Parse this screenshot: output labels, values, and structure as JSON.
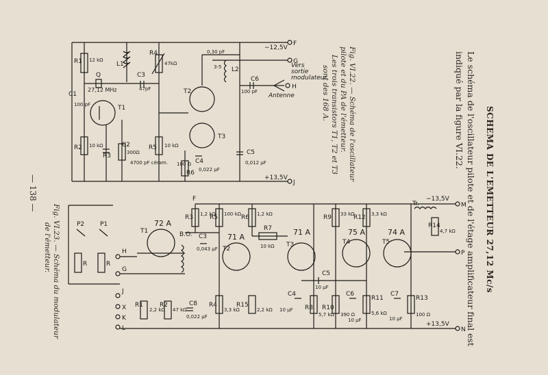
{
  "page": {
    "heading": "SCHEMA DE L'EMETTEUR 27,12 Mc/s",
    "intro_line1": "Le schéma de l'oscillateur pilote et de l'étage amplificateur final est",
    "intro_line2": "indiqué par la figure VI.22.",
    "page_number": "— 138 —",
    "accent_color": "#1c1a16",
    "paper_color": "#e6dfd2"
  },
  "fig22": {
    "caption_line1": "Fig. VI.22. — Schéma de l'oscillateur",
    "caption_line2": "pilote et du PA de l'émetteur.",
    "caption_line3": "Les trois transistors T1, T2 et T3",
    "caption_line4": "sont des 168 A.",
    "supply_neg": "−12,5V",
    "supply_pos": "+13,5V",
    "term_f": "F",
    "term_g": "G",
    "term_h": "H",
    "term_j": "J",
    "vers_line1": "Vers",
    "vers_line2": "sortie",
    "vers_line3": "modulateur",
    "antenne": "Antenne",
    "q_label": "Q",
    "q_freq": "27,12 MHz",
    "c1": "C1",
    "c1_val": "100 pF",
    "r1": "R1",
    "r1_val": "12 kΩ",
    "l1": "L1",
    "c3": "C3",
    "c3_val": "47pF",
    "r4": "R4",
    "r4_val": "47kΩ",
    "t1": "T1",
    "t2": "T2",
    "t3": "T3",
    "r2": "R2",
    "r2_val": "10 kΩ",
    "r3": "R3",
    "r3_val": "300Ω",
    "c2": "C2",
    "c2_val": "4700 pF céram.",
    "r5": "R5",
    "r5_val": "10 kΩ",
    "c4": "C4",
    "c4_val": "0,022 µF",
    "r6": "R6",
    "r6_val": "100 Ω",
    "l2": "L2",
    "cv": "0,30 pF",
    "cv2": "3-5",
    "c6": "C6",
    "c6_val": "100 pF",
    "c5": "C5",
    "c5_val": "0,012 µF"
  },
  "fig23": {
    "caption_line1": "Fig. VI.23. — Schéma du modulateur",
    "caption_line2": "de l'émetteur.",
    "supply_neg": "−13,5V",
    "supply_pos": "+13,5V",
    "term_m": "M",
    "term_n": "N",
    "term_p": "P",
    "term_f": "F",
    "term_h": "H",
    "term_g": "G",
    "term_j": "J",
    "term_x": "X",
    "term_k": "K",
    "term_l": "L",
    "p1": "P1",
    "p2": "P2",
    "r_sw1": "R",
    "r_sw2": "R",
    "t1": "T1",
    "t1_type": "72 A",
    "bo": "B.O.",
    "c3": "C3",
    "c3_val": "0,043 µF",
    "r1": "R1",
    "r1_val": "2,2 kΩ",
    "r2": "R2",
    "r2_val": "47 kΩ",
    "c8": "C8",
    "c8_val": "0,022 µF",
    "r3": "R3",
    "r3_val": "1,2 kΩ",
    "r5": "R5",
    "r5_val": "100 kΩ",
    "r6": "R6",
    "r6_val": "1,2 kΩ",
    "r7": "R7",
    "r7_val": "10 kΩ",
    "t2": "T2",
    "t2_type": "71 A",
    "t3": "T3",
    "t3_type": "71 A",
    "r4": "R4",
    "r4_val": "3,3 kΩ",
    "r15": "R15",
    "r15_val": "2,2 kΩ",
    "c4": "C4",
    "c4_val": "10 µF",
    "r8": "R8",
    "r8_val": "5,7 kΩ",
    "c5": "C5",
    "c5_val": "10 µF",
    "r9": "R9",
    "r9_val": "33 kΩ",
    "r10": "R10",
    "r10_val": "390 Ω",
    "t4": "T4",
    "t4_type": "75 A",
    "c6": "C6",
    "c6_val": "10 µF",
    "r11": "R11",
    "r11_val": "5,6 kΩ",
    "r12": "R12",
    "r12_val": "3,3 kΩ",
    "t5": "T5",
    "t5_type": "74 A",
    "c7": "C7",
    "c7_val": "10 µF",
    "r13": "R13",
    "r13_val": "100 Ω",
    "tr": "Tr.",
    "r14": "R14",
    "r14_val": "4,7 kΩ"
  }
}
